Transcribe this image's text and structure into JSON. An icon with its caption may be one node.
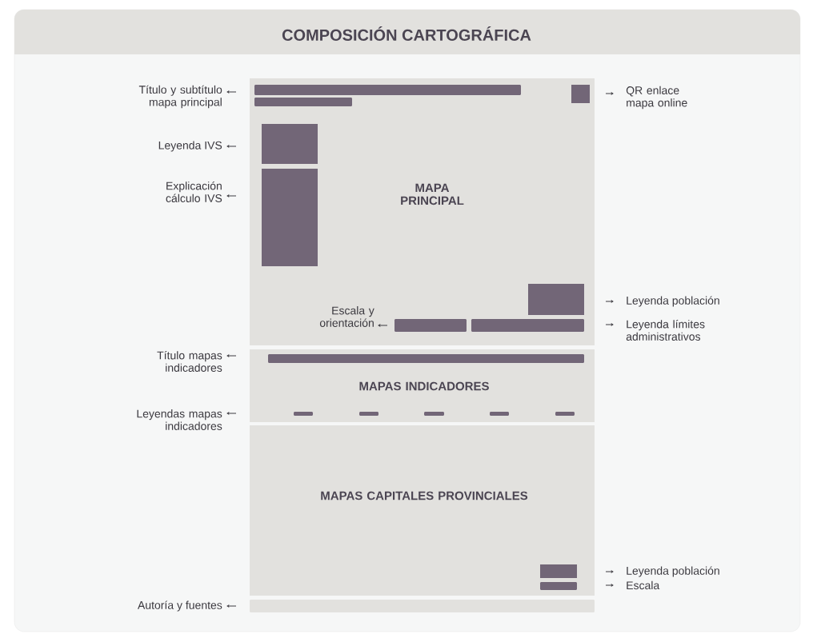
{
  "diagram": {
    "title": "COMPOSICIÓN CARTOGRÁFICA",
    "nodes": [
      {
        "text": [
          "MAPA PRINCIPAL"
        ]
      },
      {
        "text": [],
        "shape": "bar",
        "in": 0
      },
      {
        "text": [],
        "shape": "bar",
        "in": 0
      },
      {
        "text": [],
        "shape": "box",
        "in": 0
      },
      {
        "text": [],
        "shape": "box",
        "in": 0
      },
      {
        "text": [],
        "shape": "box",
        "in": 0
      },
      {
        "text": [],
        "shape": "box",
        "in": 0
      },
      {
        "text": [],
        "shape": "bar",
        "in": 0
      },
      {
        "text": [],
        "shape": "bar",
        "in": 0
      },
      {
        "text": [
          "MAPAS INDICADORES"
        ]
      },
      {
        "text": [],
        "shape": "bar",
        "in": 9
      },
      {
        "text": [],
        "shape": "bar",
        "in": 9
      },
      {
        "text": [],
        "shape": "bar",
        "in": 9
      },
      {
        "text": [],
        "shape": "bar",
        "in": 9
      },
      {
        "text": [],
        "shape": "bar",
        "in": 9
      },
      {
        "text": [],
        "shape": "bar",
        "in": 9
      },
      {
        "text": [
          "MAPAS CAPITALES PROVINCIALES"
        ]
      },
      {
        "text": [],
        "shape": "box",
        "in": 16
      },
      {
        "text": [],
        "shape": "bar",
        "in": 16
      },
      {
        "text": [],
        "shape": "bar"
      },
      {
        "text": [
          "Título y subtítulo mapa principal"
        ]
      },
      {
        "text": [
          "QR enlace mapa online"
        ]
      },
      {
        "text": [
          "Leyenda IVS"
        ]
      },
      {
        "text": [
          "Explicación cálculo IVS"
        ]
      },
      {
        "text": [
          "Escala y orientación"
        ],
        "in": 0
      },
      {
        "text": [
          "Leyenda población"
        ]
      },
      {
        "text": [
          "Leyenda límites administrativos"
        ]
      },
      {
        "text": [
          "Título mapas indicadores"
        ]
      },
      {
        "text": [
          "Leyendas mapas indicadores"
        ]
      },
      {
        "text": [
          "Leyenda población"
        ]
      },
      {
        "text": [
          "Escala"
        ]
      },
      {
        "text": [
          "Autoría y fuentes"
        ]
      }
    ],
    "edges": [
      {
        "from": null,
        "to": 20,
        "arrow": "to"
      },
      {
        "from": null,
        "to": 21,
        "arrow": "to"
      },
      {
        "from": null,
        "to": 22,
        "arrow": "to"
      },
      {
        "from": null,
        "to": 23,
        "arrow": "to"
      },
      {
        "from": null,
        "to": 24,
        "arrow": "to"
      },
      {
        "from": null,
        "to": 25,
        "arrow": "to"
      },
      {
        "from": null,
        "to": 26,
        "arrow": "to"
      },
      {
        "from": null,
        "to": 27,
        "arrow": "to"
      },
      {
        "from": null,
        "to": 28,
        "arrow": "to"
      },
      {
        "from": null,
        "to": 29,
        "arrow": "to"
      },
      {
        "from": null,
        "to": 30,
        "arrow": "to"
      },
      {
        "from": null,
        "to": 31,
        "arrow": "to"
      }
    ]
  }
}
